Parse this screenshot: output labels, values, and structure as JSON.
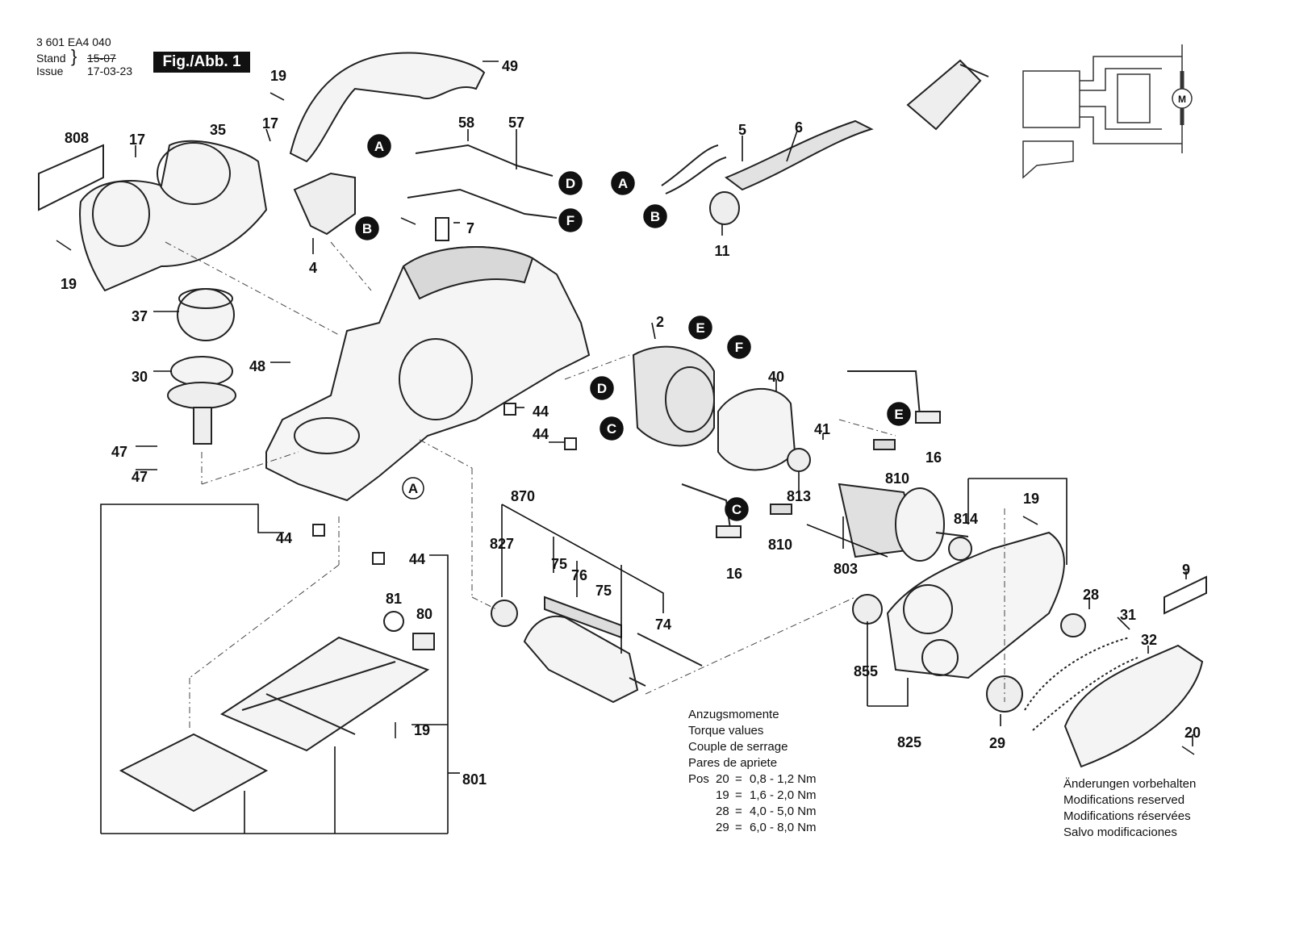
{
  "header": {
    "doc_number": "3 601 EA4 040",
    "stand_label": "Stand",
    "stand_value": "15-07",
    "issue_label": "Issue",
    "issue_value": "17-03-23",
    "figure_label": "Fig./Abb. 1"
  },
  "part_labels": [
    "19",
    "49",
    "808",
    "17",
    "35",
    "17",
    "58",
    "57",
    "5",
    "6",
    "7",
    "4",
    "19",
    "11",
    "37",
    "2",
    "48",
    "30",
    "40",
    "44",
    "44",
    "41",
    "47",
    "47",
    "870",
    "827",
    "16",
    "810",
    "813",
    "810",
    "16",
    "19",
    "44",
    "44",
    "814",
    "803",
    "75",
    "76",
    "75",
    "81",
    "80",
    "74",
    "9",
    "28",
    "31",
    "32",
    "855",
    "19",
    "801",
    "825",
    "29",
    "20"
  ],
  "connector_markers": [
    "A",
    "B",
    "D",
    "F",
    "A",
    "B",
    "E",
    "F",
    "D",
    "C",
    "E",
    "C",
    "A"
  ],
  "torque": {
    "title_lines": [
      "Anzugsmomente",
      "Torque values",
      "Couple de serrage",
      "Pares de apriete"
    ],
    "pos_label": "Pos",
    "rows": [
      {
        "pos": "20",
        "eq": "=",
        "value": "0,8 - 1,2 Nm"
      },
      {
        "pos": "19",
        "eq": "=",
        "value": "1,6 - 2,0 Nm"
      },
      {
        "pos": "28",
        "eq": "=",
        "value": "4,0 - 5,0 Nm"
      },
      {
        "pos": "29",
        "eq": "=",
        "value": "6,0 - 8,0 Nm"
      }
    ]
  },
  "modifications": [
    "Änderungen vorbehalten",
    "Modifications reserved",
    "Modifications réservées",
    "Salvo modificaciones"
  ],
  "schematic": {
    "motor_symbol": "M"
  }
}
